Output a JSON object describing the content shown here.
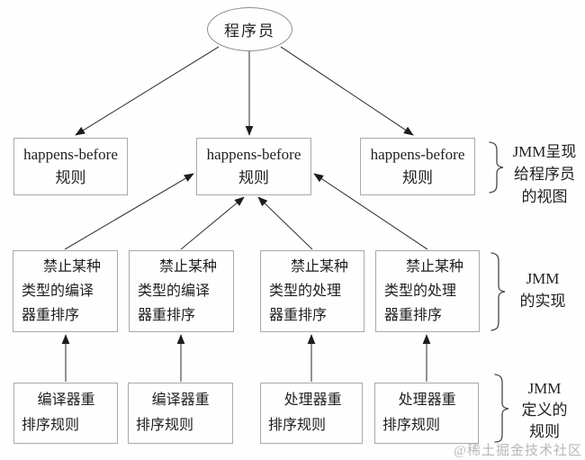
{
  "diagram": {
    "programmer_label": "程序员",
    "hb_boxes": [
      {
        "label": "happens-before\n规则"
      },
      {
        "label": "happens-before\n规则"
      },
      {
        "label": "happens-before\n规则"
      }
    ],
    "impl_boxes": [
      {
        "label": "禁止某种\n类型的编译\n器重排序"
      },
      {
        "label": "禁止某种\n类型的编译\n器重排序"
      },
      {
        "label": "禁止某种\n类型的处理\n器重排序"
      },
      {
        "label": "禁止某种\n类型的处理\n器重排序"
      }
    ],
    "rule_boxes": [
      {
        "label": "编译器重\n排序规则"
      },
      {
        "label": "编译器重\n排序规则"
      },
      {
        "label": "处理器重\n排序规则"
      },
      {
        "label": "处理器重\n排序规则"
      }
    ],
    "annotations": [
      {
        "label": "JMM呈现\n给程序员\n的视图"
      },
      {
        "label": "JMM\n的实现"
      },
      {
        "label": "JMM\n定义的\n规则"
      }
    ],
    "watermark": "@稀土掘金技术社区",
    "colors": {
      "line": "#3c3c3c",
      "arrowhead": "#1c1c1c",
      "box_border": "#a9a9a9",
      "text": "#1f1f1f",
      "watermark": "#b8b8b8"
    }
  }
}
